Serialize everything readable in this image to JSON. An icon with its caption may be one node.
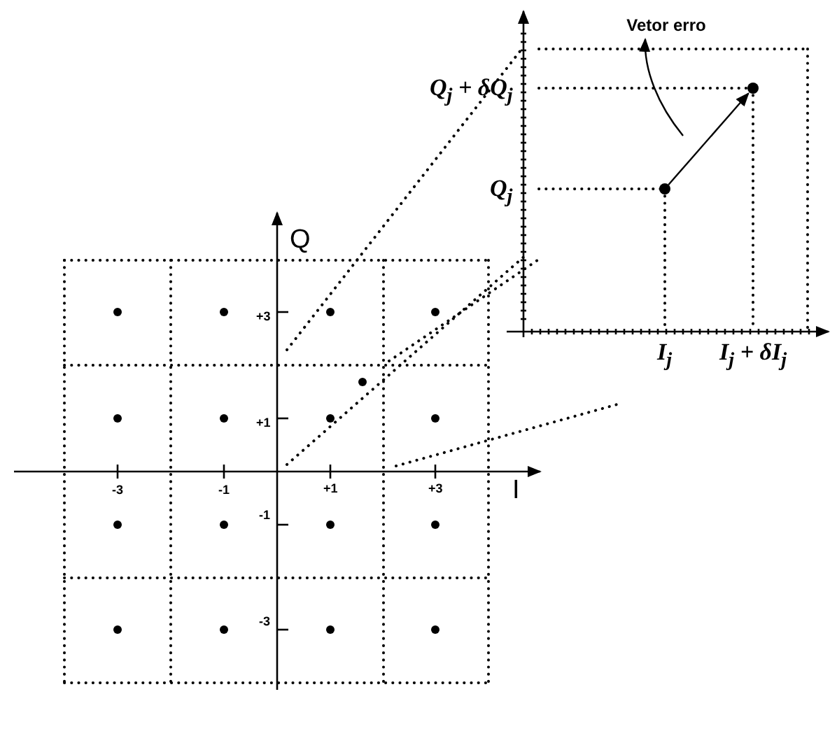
{
  "diagram": {
    "nodes": [
      {
        "text": [
          "Vetor erro"
        ]
      },
      {
        "text": [],
        "shape": "circle"
      },
      {
        "text": [],
        "shape": "circle"
      }
    ],
    "edges": [
      {
        "from": 1,
        "to": 2,
        "arrow": "to"
      },
      {
        "from": null,
        "to": 0,
        "arrow": "to"
      }
    ],
    "labels": [
      "Q$_{j}$ + δQ$_{j}$",
      "Q$_{j}$",
      "I$_{j}$",
      "I$_{j}$ + δI$_{j}$",
      "Q",
      "+3",
      "+1",
      "-3",
      "-1",
      "+1",
      "+3",
      "I",
      "-1",
      "-3"
    ]
  }
}
